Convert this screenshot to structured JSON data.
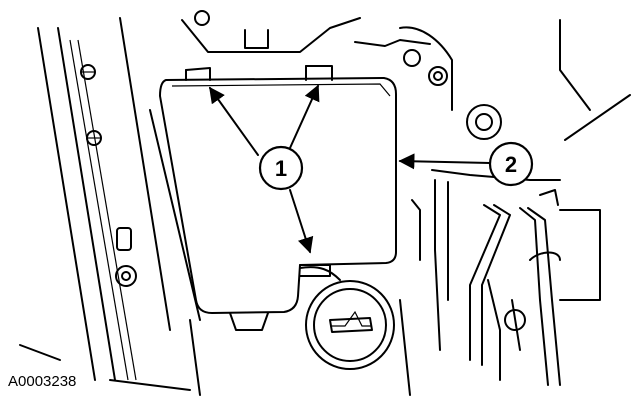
{
  "figure_id": "A0003238",
  "callouts": [
    {
      "number": "1"
    },
    {
      "number": "2"
    }
  ]
}
